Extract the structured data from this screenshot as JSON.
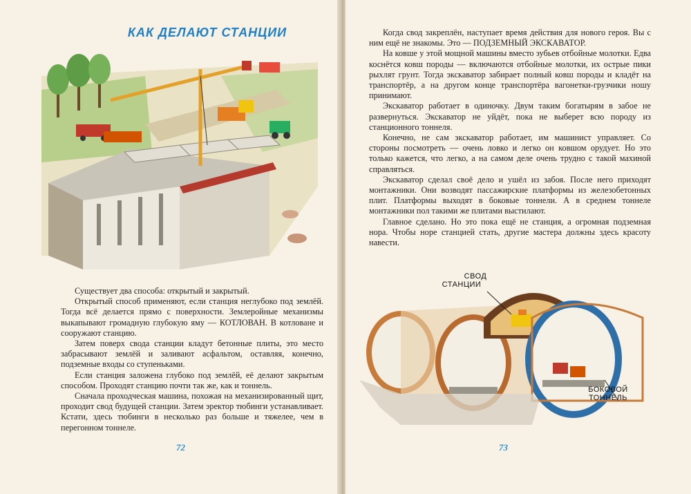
{
  "left": {
    "title": "КАК ДЕЛАЮТ СТАНЦИИ",
    "paragraphs": [
      "Существует два способа: открытый и закрытый.",
      "Открытый способ применяют, если станция неглубоко под землёй. Тогда всё делается прямо с поверхности. Землеройные механизмы выкапывают громадную глубокую яму — КОТЛОВАН. В котловане и сооружают станцию.",
      "Затем поверх свода станции кладут бетонные плиты, это место забрасывают землёй и заливают асфальтом, оставляя, конечно, подземные входы со ступеньками.",
      "Если станция заложена глубоко под землёй, её делают закрытым способом. Проходят станцию почти так же, как и тоннель.",
      "Сначала проходческая машина, похожая на механизированный щит, проходит свод будущей станции. Затем эректор тюбинги устанавливает. Кстати, здесь тюбинги в несколько раз больше и тяжелее, чем в перегонном тоннеле."
    ],
    "page_number": "72"
  },
  "right": {
    "paragraphs": [
      "Когда свод закреплён, наступает время действия для нового героя. Вы с ним ещё не знакомы. Это — ПОДЗЕМНЫЙ ЭКСКАВАТОР.",
      "На ковше у этой мощной машины вместо зубьев отбойные молотки. Едва коснётся ковш породы — включаются отбойные молотки, их острые пики рыхлят грунт. Тогда экскаватор забирает полный ковш породы и кладёт на транспортёр, а на другом конце транспортёра вагонетки-грузчики ношу принимают.",
      "Экскаватор работает в одиночку. Двум таким богатырям в забое не развернуться. Экскаватор не уйдёт, пока не выберет всю породу из станционного тоннеля.",
      "Конечно, не сам экскаватор работает, им машинист управляет. Со стороны посмотреть — очень ловко и легко он ковшом орудует. Но это только кажется, что легко, а на самом деле очень трудно с такой махиной справляться.",
      "Экскаватор сделал своё дело и ушёл из забоя. После него приходят монтажники. Они возводят пассажирские платформы из железобетонных плит. Платформы выходят в боковые тоннели. А в среднем тоннеле монтажники пол такими же плитами выстилают.",
      "Главное сделано. Но это пока ещё не станция, а огромная подземная нора. Чтобы норе станцией стать, другие мастера должны здесь красоту навести."
    ],
    "label_vault_line1": "СВОД",
    "label_vault_line2": "СТАНЦИИ",
    "label_side_line1": "БОКОВОЙ",
    "label_side_line2": "ТОННЕЛЬ",
    "page_number": "73"
  }
}
